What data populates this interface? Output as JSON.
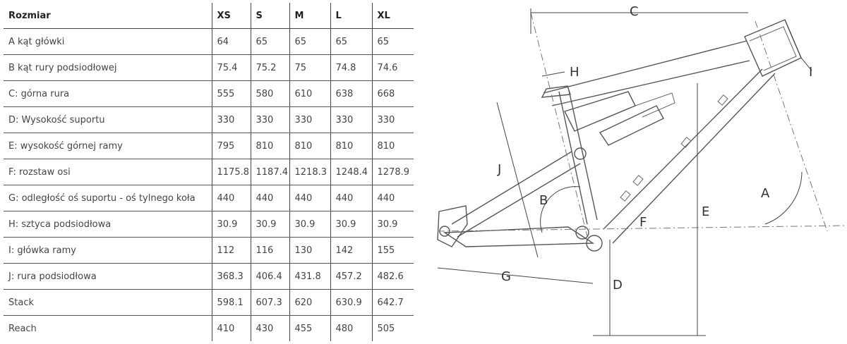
{
  "table": {
    "headers": [
      "Rozmiar",
      "XS",
      "S",
      "M",
      "L",
      "XL"
    ],
    "rows": [
      [
        "A kąt główki",
        "64",
        "65",
        "65",
        "65",
        "65"
      ],
      [
        "B kąt rury podsiodłowej",
        "75.4",
        "75.2",
        "75",
        "74.8",
        "74.6"
      ],
      [
        "C: górna rura",
        "555",
        "580",
        "610",
        "638",
        "668"
      ],
      [
        "D: Wysokość suportu",
        "330",
        "330",
        "330",
        "330",
        "330"
      ],
      [
        "E: wysokość górnej ramy",
        "795",
        "810",
        "810",
        "810",
        "810"
      ],
      [
        "F: rozstaw osi",
        "1175.8",
        "1187.4",
        "1218.3",
        "1248.4",
        "1278.9"
      ],
      [
        "G: odległość oś suportu - oś tylnego koła",
        "440",
        "440",
        "440",
        "440",
        "440"
      ],
      [
        "H: sztyca podsiodłowa",
        "30.9",
        "30.9",
        "30.9",
        "30.9",
        "30.9"
      ],
      [
        "I: główka ramy",
        "112",
        "116",
        "130",
        "142",
        "155"
      ],
      [
        "J: rura podsiodłowa",
        "368.3",
        "406.4",
        "431.8",
        "457.2",
        "482.6"
      ],
      [
        "Stack",
        "598.1",
        "607.3",
        "620",
        "630.9",
        "642.7"
      ],
      [
        "Reach",
        "410",
        "430",
        "455",
        "480",
        "505"
      ]
    ]
  },
  "diagram": {
    "labels": {
      "A": "A",
      "B": "B",
      "C": "C",
      "D": "D",
      "E": "E",
      "F": "F",
      "G": "G",
      "H": "H",
      "I": "I",
      "J": "J"
    }
  }
}
